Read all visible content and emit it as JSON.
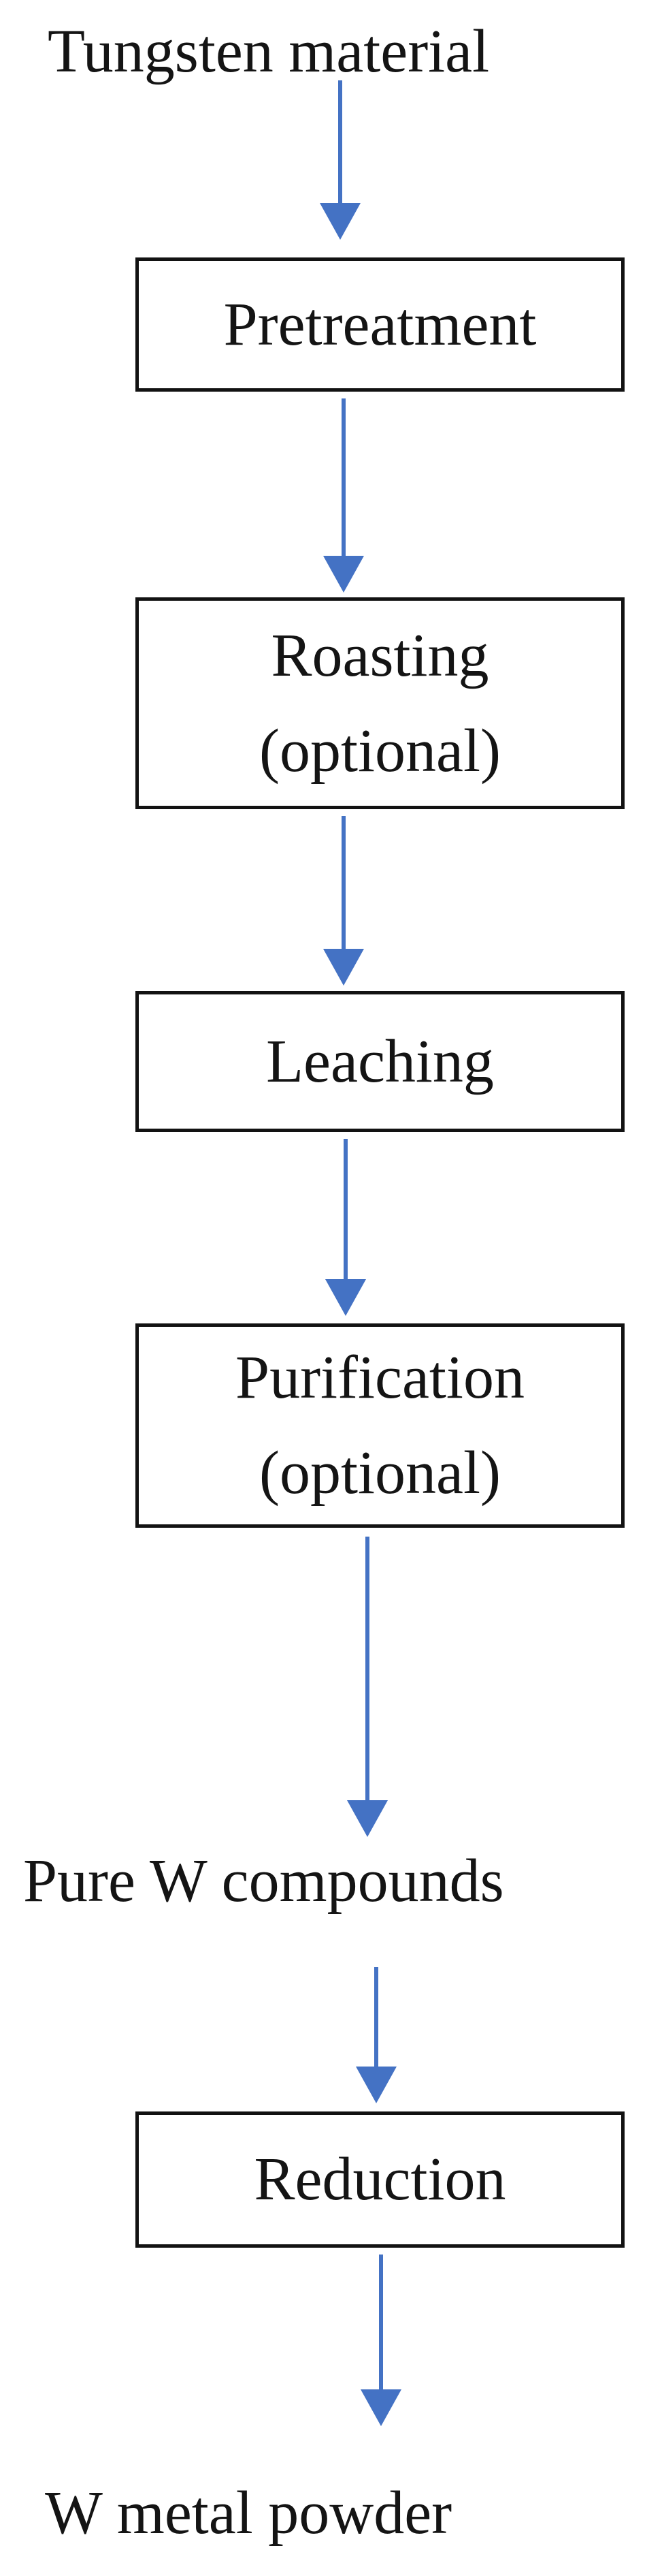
{
  "flowchart": {
    "description": "Tungsten powder production process flow",
    "source_label": "Tungsten material",
    "boxes": [
      {
        "id": "pretreatment",
        "label": "Pretreatment",
        "sublabel": ""
      },
      {
        "id": "roasting",
        "label": "Roasting",
        "sublabel": "(optional)"
      },
      {
        "id": "leaching",
        "label": "Leaching",
        "sublabel": ""
      },
      {
        "id": "purification",
        "label": "Purification",
        "sublabel": "(optional)"
      },
      {
        "id": "reduction",
        "label": "Reduction",
        "sublabel": ""
      }
    ],
    "intermediate_label": "Pure W compounds",
    "end_label": "W metal powder",
    "arrows": [
      "source-to-pretreatment",
      "pretreatment-to-roasting",
      "roasting-to-leaching",
      "leaching-to-purification",
      "purification-to-pure-w-compounds",
      "pure-w-compounds-to-reduction",
      "reduction-to-w-metal-powder"
    ],
    "colors": {
      "arrow": "#4472C4",
      "border": "#121212",
      "text": "#141414",
      "background": "#ffffff"
    }
  }
}
